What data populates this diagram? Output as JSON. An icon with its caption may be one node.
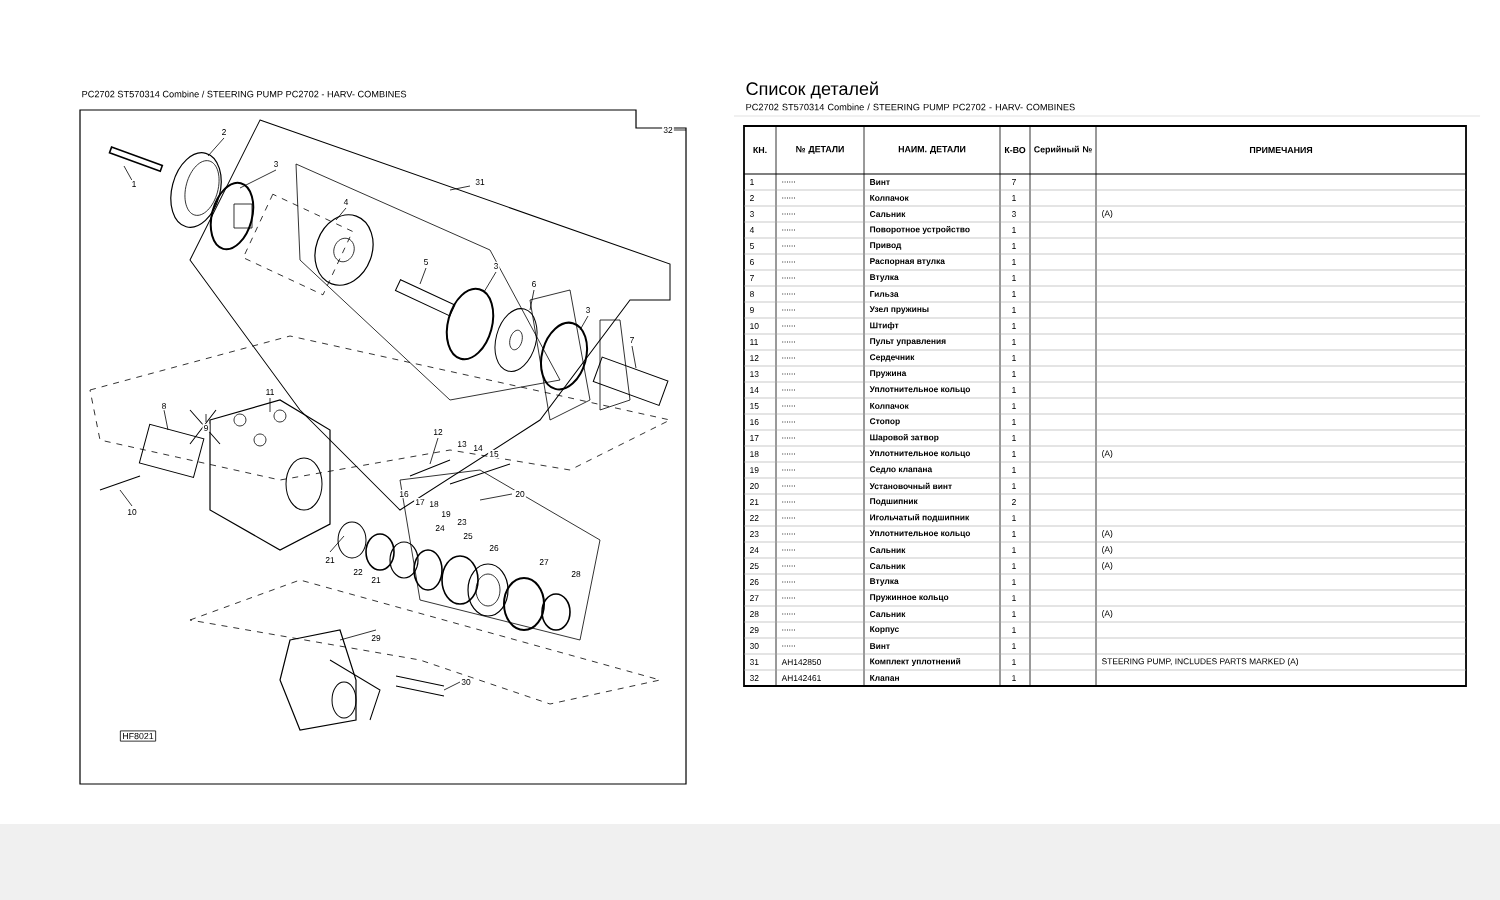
{
  "diagram": {
    "title": "Список деталей",
    "labels": [
      "PC2702 ST570314 Combine / STEERING PUMP PC2702 - HARV- COMBINES",
      "PC2702 ST570314 Combine / STEERING PUMP PC2702 - HARV- COMBINES",
      "КН.",
      "№ ДЕТАЛИ",
      "НАИМ. ДЕТАЛИ",
      "К-ВО",
      "Серийный №",
      "ПРИМЕЧАНИЯ",
      "1",
      "......",
      "Винт",
      "7",
      "2",
      "......",
      "Колпачок",
      "1",
      "3",
      "......",
      "Сальник",
      "3",
      "(A)",
      "4",
      "......",
      "Поворотное устройство",
      "1",
      "5",
      "......",
      "Привод",
      "1",
      "6",
      "......",
      "Распорная втулка",
      "1",
      "7",
      "......",
      "Втулка",
      "1",
      "8",
      "......",
      "Гильза",
      "1",
      "9",
      "......",
      "Узел пружины",
      "1",
      "10",
      "......",
      "Штифт",
      "1",
      "11",
      "......",
      "Пульт управления",
      "1",
      "12",
      "......",
      "Сердечник",
      "1",
      "13",
      "......",
      "Пружина",
      "1",
      "14",
      "......",
      "Уплотнительное кольцо",
      "1",
      "15",
      "......",
      "Колпачок",
      "1",
      "16",
      "......",
      "Стопор",
      "1",
      "17",
      "......",
      "Шаровой затвор",
      "1",
      "18",
      "......",
      "Уплотнительное кольцо",
      "1",
      "(A)",
      "19",
      "......",
      "Седло клапана",
      "1",
      "20",
      "......",
      "Установочный винт",
      "1",
      "21",
      "......",
      "Подшипник",
      "2",
      "22",
      "......",
      "Игольчатый подшипник",
      "1",
      "23",
      "......",
      "Уплотнительное кольцо",
      "1",
      "(A)",
      "24",
      "......",
      "Сальник",
      "1",
      "(A)",
      "25",
      "......",
      "Сальник",
      "1",
      "(A)",
      "26",
      "......",
      "Втулка",
      "1",
      "27",
      "......",
      "Пружинное кольцо",
      "1",
      "28",
      "......",
      "Сальник",
      "1",
      "(A)",
      "29",
      "......",
      "Корпус",
      "1",
      "30",
      "......",
      "Винт",
      "1",
      "31",
      "AH142850",
      "Комплект уплотнений",
      "1",
      "STEERING PUMP, INCLUDES PARTS MARKED (A)",
      "32",
      "AH142461",
      "Клапан",
      "1",
      "2",
      "32",
      "1",
      "3",
      "31",
      "4",
      "5",
      "3",
      "6",
      "3",
      "7",
      "11",
      "8",
      "9",
      "12",
      "13",
      "14",
      "15",
      "16",
      "17",
      "18",
      "20",
      "10",
      "19",
      "23",
      "24",
      "25",
      "26",
      "21",
      "27",
      "22",
      "21",
      "28",
      "29",
      "30",
      "HF8021"
    ]
  }
}
